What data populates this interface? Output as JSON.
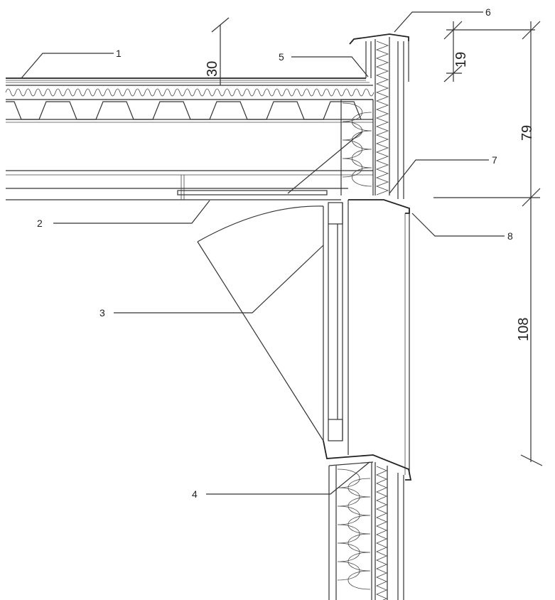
{
  "drawing": {
    "callouts": [
      {
        "id": "1",
        "text": "1"
      },
      {
        "id": "2",
        "text": "2"
      },
      {
        "id": "3",
        "text": "3"
      },
      {
        "id": "4",
        "text": "4"
      },
      {
        "id": "5",
        "text": "5"
      },
      {
        "id": "6",
        "text": "6"
      },
      {
        "id": "7",
        "text": "7"
      },
      {
        "id": "8",
        "text": "8"
      }
    ],
    "dimensions": {
      "roof_insulation": "30",
      "fascia": "19",
      "edge_height": "79",
      "window_height": "108"
    },
    "colors": {
      "ink": "#333333",
      "paper": "#ffffff"
    }
  }
}
